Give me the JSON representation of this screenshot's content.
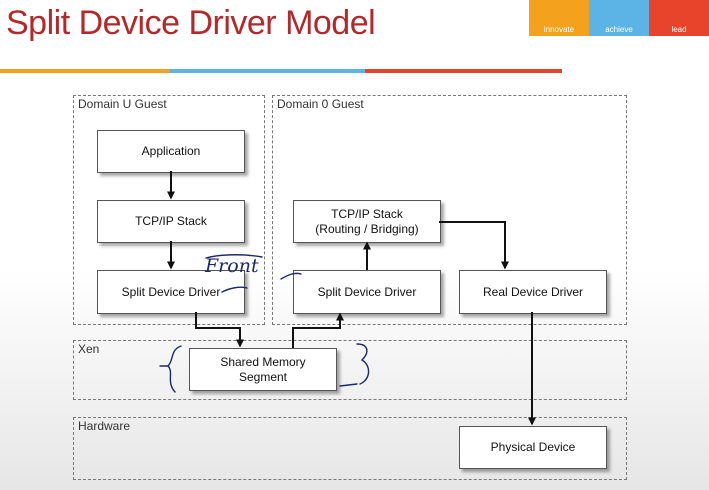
{
  "slide": {
    "title": "Split Device Driver Model"
  },
  "branding": {
    "items": [
      "innovate",
      "achieve",
      "lead"
    ]
  },
  "zones": {
    "domain_u": "Domain U Guest",
    "domain_0": "Domain 0 Guest",
    "xen": "Xen",
    "hardware": "Hardware"
  },
  "boxes": {
    "application": "Application",
    "tcpip_u": "TCP/IP Stack",
    "split_driver_u": "Split Device Driver",
    "tcpip_0": "TCP/IP Stack\n(Routing / Bridging)",
    "split_driver_0": "Split Device Driver",
    "real_driver": "Real Device Driver",
    "shared_memory": "Shared Memory\nSegment",
    "physical_device": "Physical Device"
  },
  "annotations": {
    "handwritten": "Front"
  },
  "colors": {
    "title": "#b5282a",
    "orange": "#f4a11d",
    "blue": "#5bb3e6",
    "red": "#e8432b",
    "ink": "#1a2a6c"
  }
}
